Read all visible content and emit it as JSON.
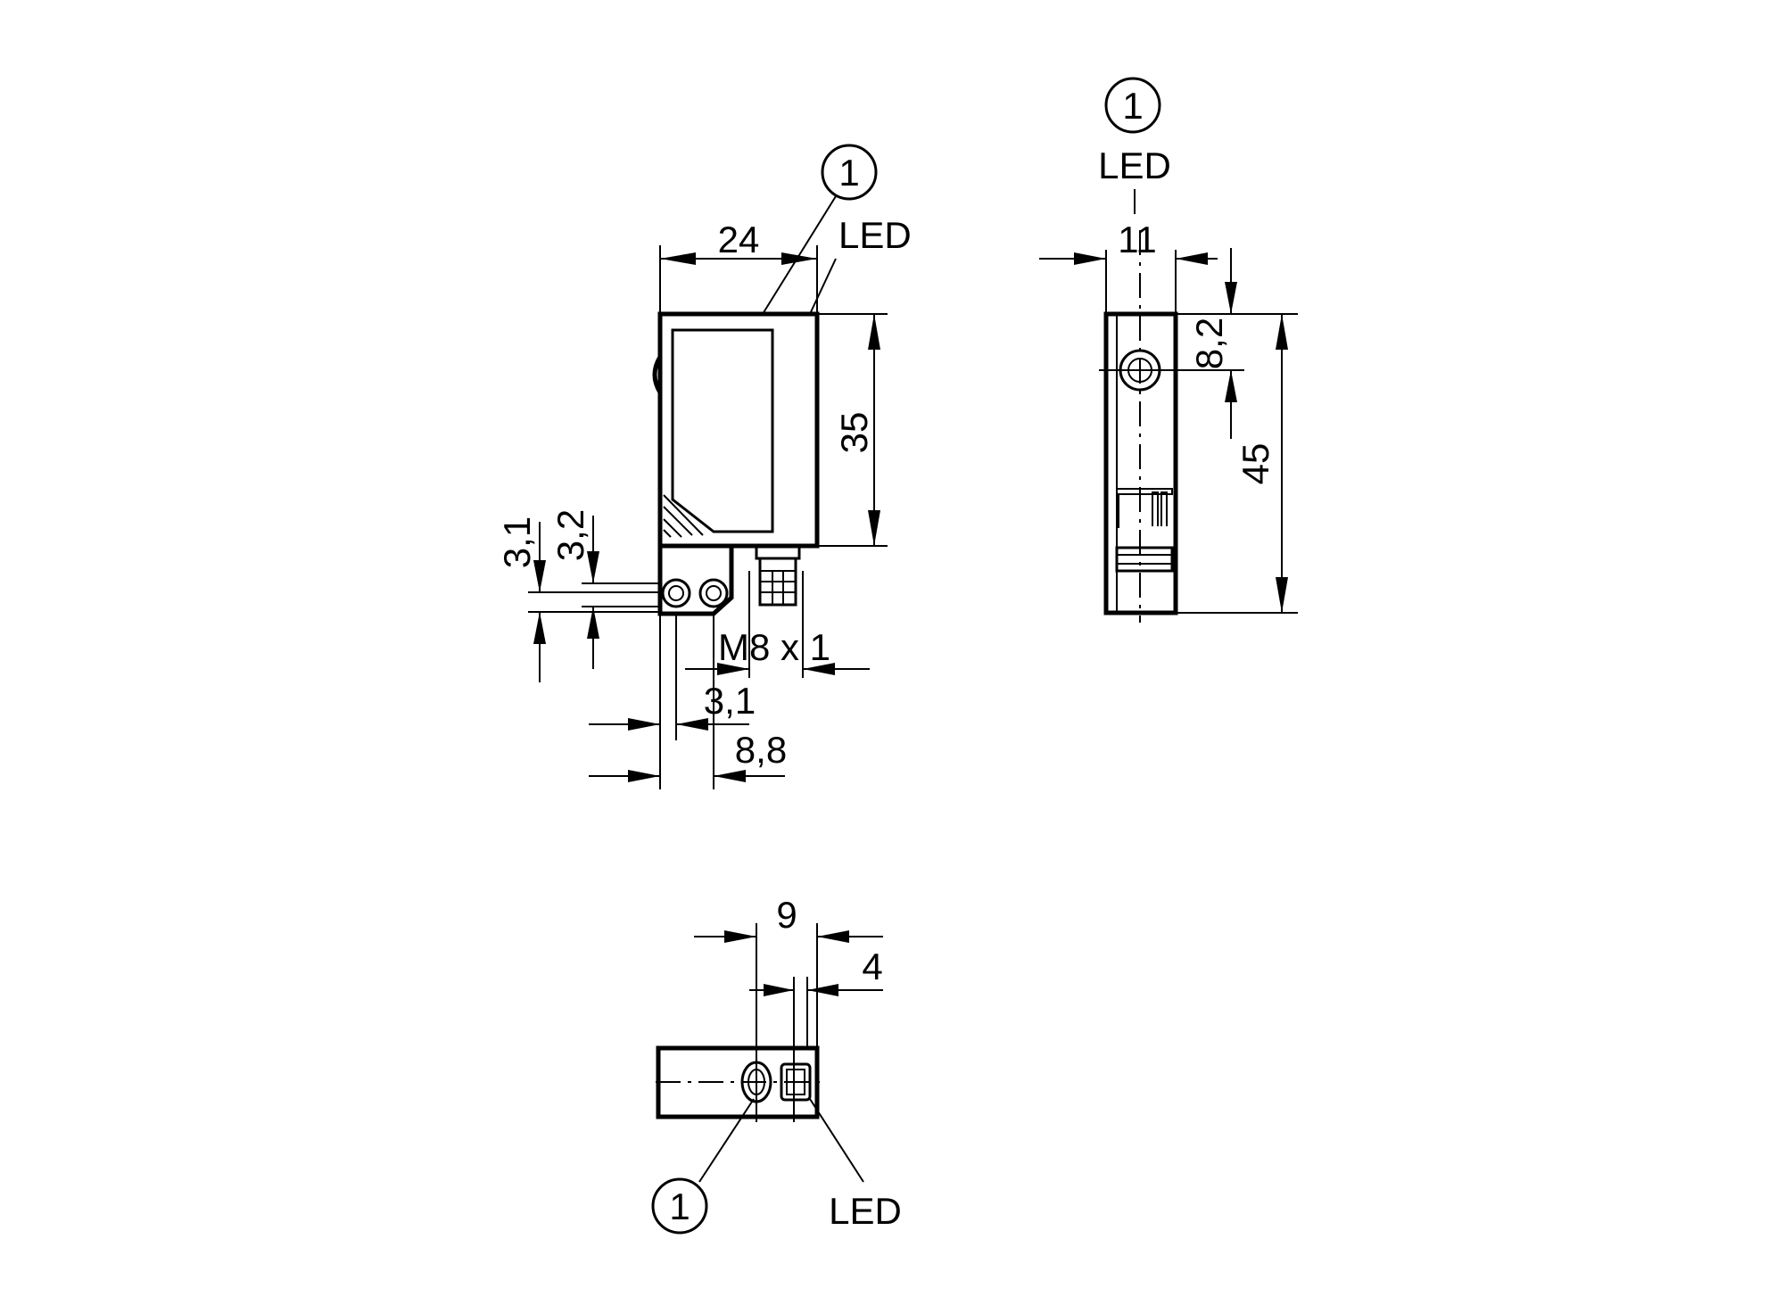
{
  "callout_marker": "1",
  "led_label": "LED",
  "side_view": {
    "dim_width": "24",
    "dim_height": "35",
    "dim_offset_a": "3,1",
    "dim_offset_b": "3,2",
    "thread": "M8 x 1",
    "dim_hole_spacing": "3,1",
    "dim_hole_offset": "8,8"
  },
  "front_view": {
    "dim_width": "11",
    "dim_lens_center": "8,2",
    "dim_height": "45"
  },
  "top_view": {
    "dim_lens_offset": "9",
    "dim_led_offset": "4"
  }
}
